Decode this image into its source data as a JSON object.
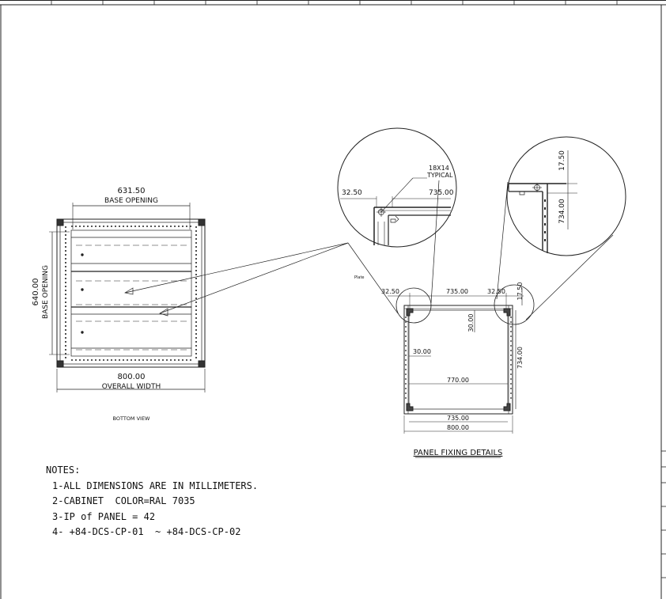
{
  "bottom_view": {
    "base_opening_width": "631.50",
    "base_opening_width_label": "BASE OPENING",
    "base_opening_depth": "640.00",
    "base_opening_depth_label": "BASE OPENING",
    "overall_width": "800.00",
    "overall_width_label": "OVERALL WIDTH",
    "caption": "BOTTOM VIEW"
  },
  "panel_fixing": {
    "dim_32_50": "32.50",
    "dim_735_top": "735.00",
    "dim_32_50_right": "32.50",
    "dim_17_50": "17.50",
    "dim_30_vertical": "30.00",
    "dim_30_left": "30.00",
    "dim_770": "770.00",
    "dim_734": "734.00",
    "dim_735_bottom": "735.00",
    "dim_800": "800.00",
    "caption": "PANEL FIXING DETAILS",
    "small_label": "Plate"
  },
  "detail_left": {
    "hole_size": "18X14",
    "hole_note": "TYPICAL",
    "dim_32_50": "32.50",
    "dim_735": "735.00"
  },
  "detail_right": {
    "dim_17_50": "17.50",
    "dim_734": "734.00"
  },
  "notes": {
    "heading": "NOTES:",
    "items": [
      "1-ALL DIMENSIONS ARE IN MILLIMETERS.",
      "2-CABINET  COLOR=RAL 7035",
      "3-IP of PANEL = 42",
      "4- +84-DCS-CP-01  ~ +84-DCS-CP-02"
    ]
  }
}
